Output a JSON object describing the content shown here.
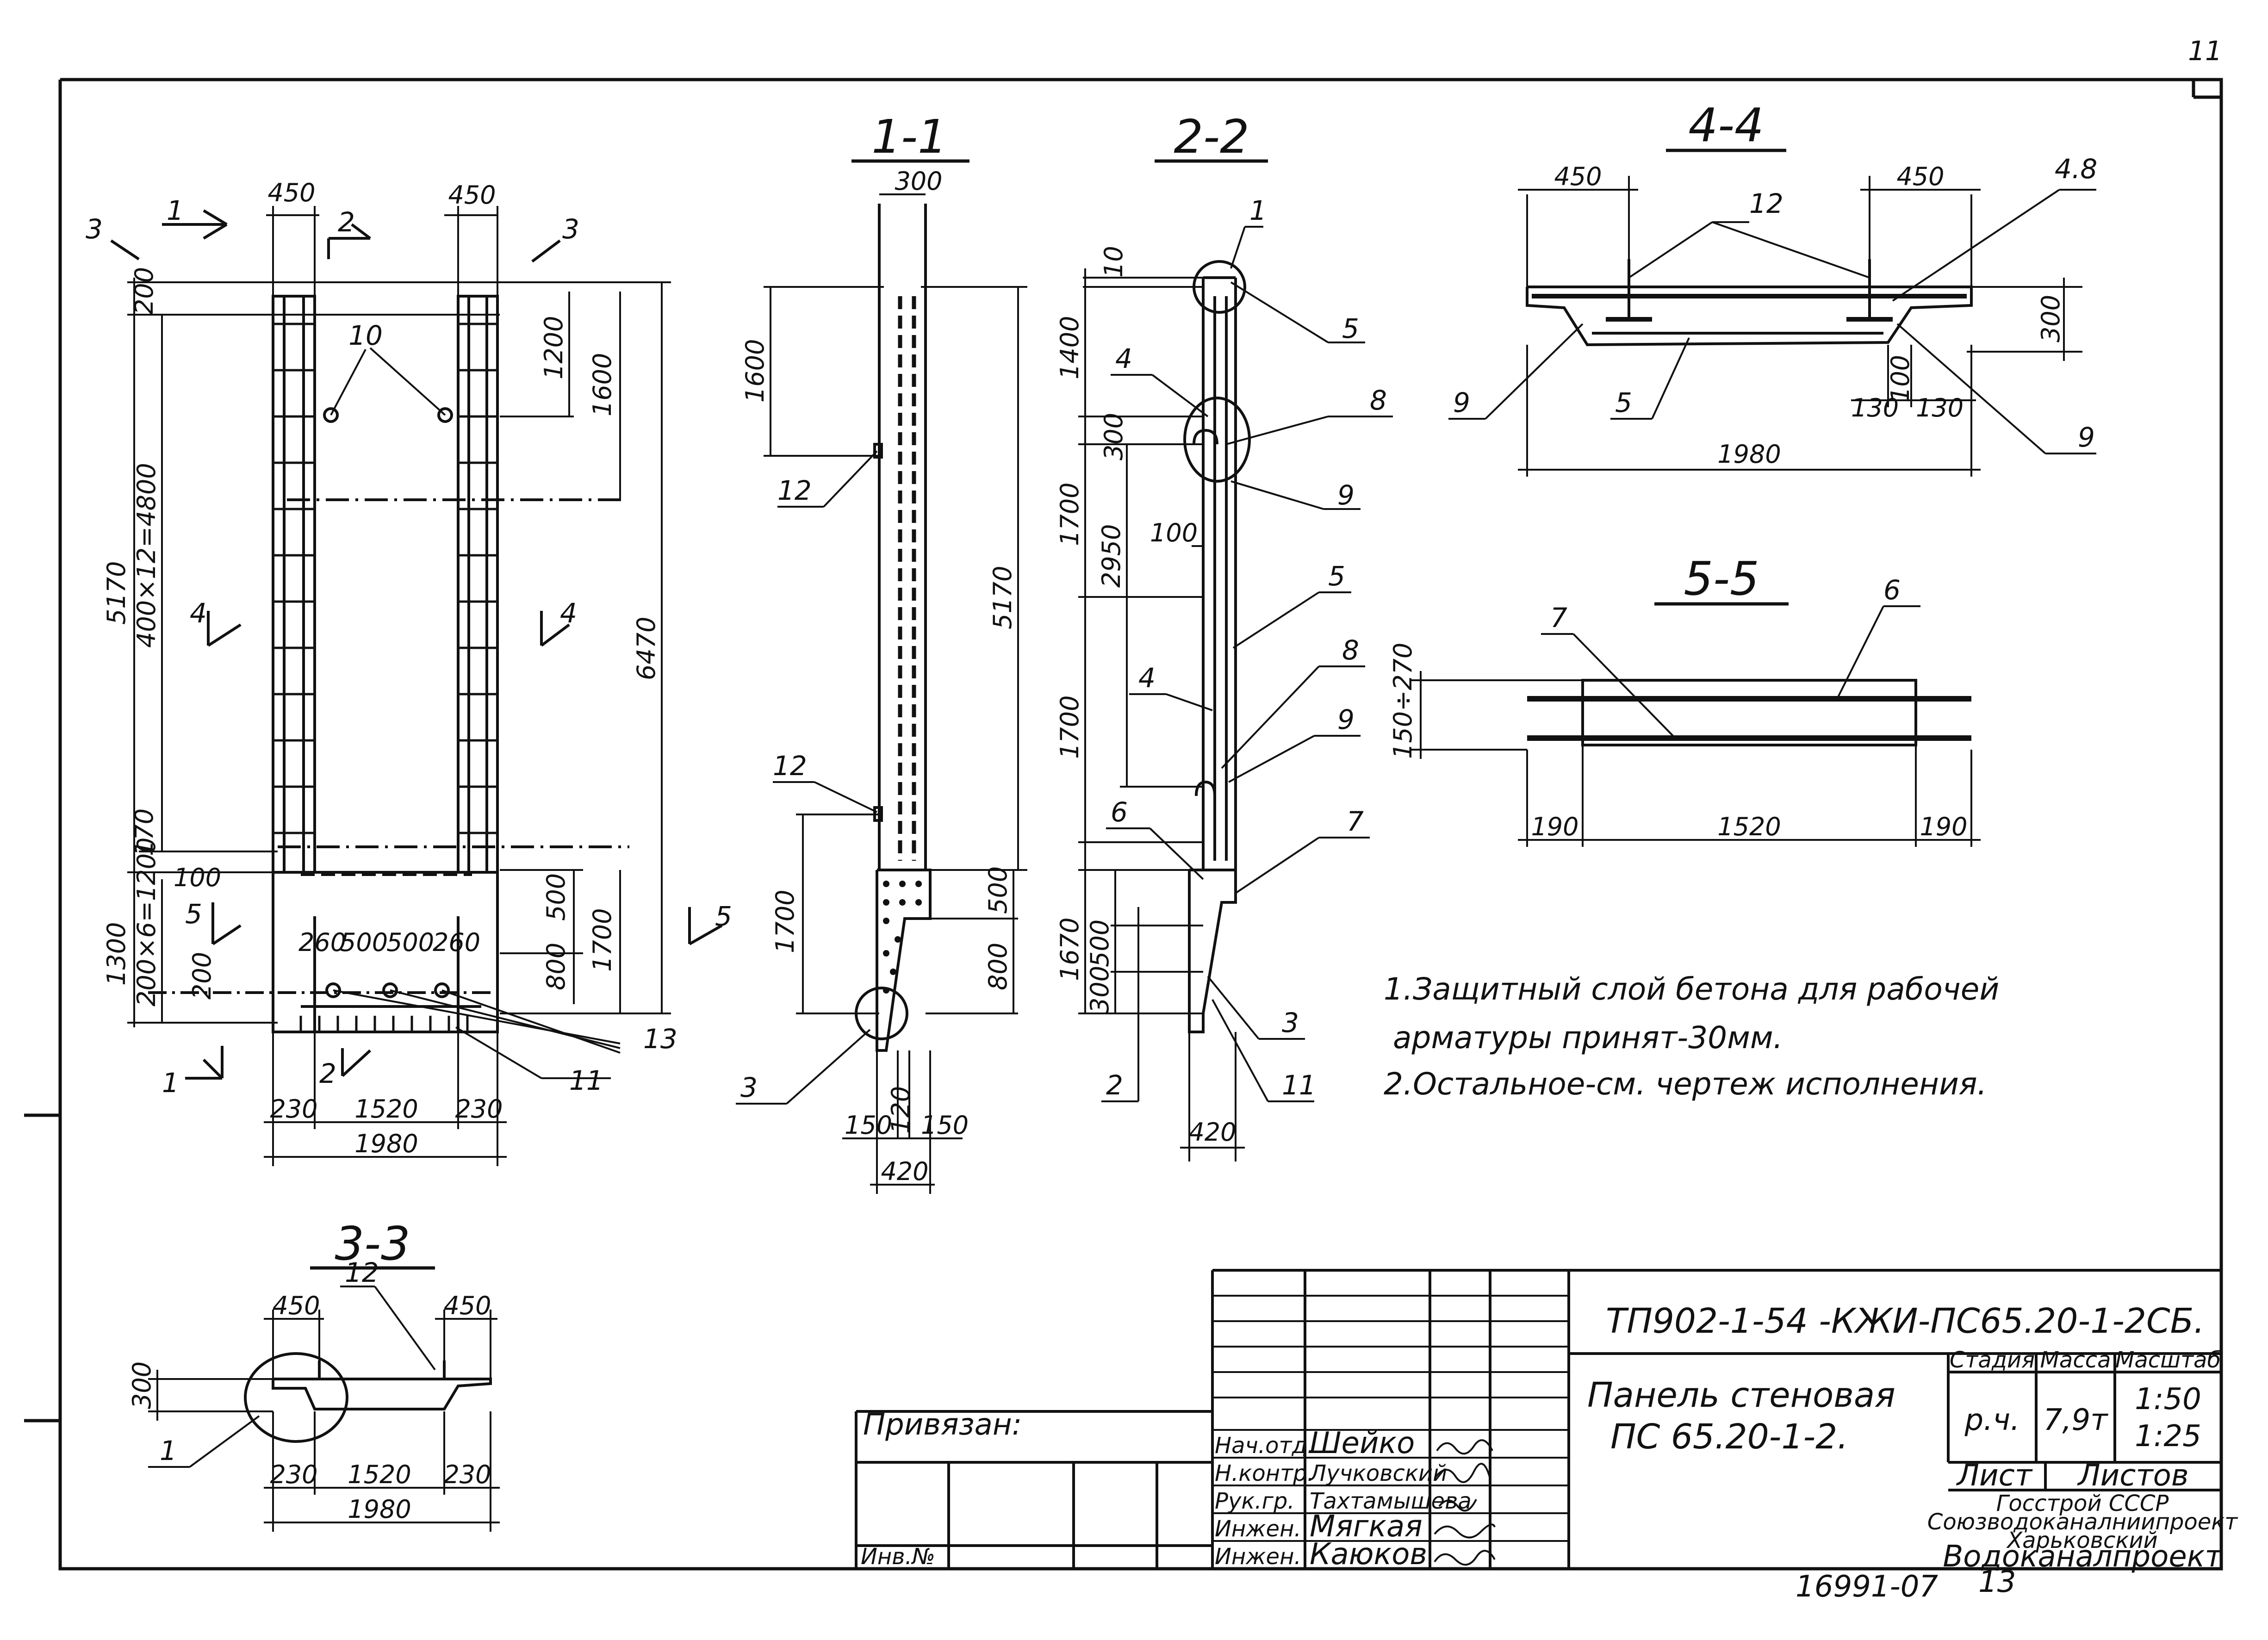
{
  "sheet_number": "11",
  "stamp_numbers": [
    "16991-07",
    "13"
  ],
  "sections": {
    "s11": "1-1",
    "s22": "2-2",
    "s33": "3-3",
    "s44": "4-4",
    "s55": "5-5"
  },
  "section_markers": {
    "m3": "3",
    "m1": "1",
    "m2": "2",
    "m4": "4",
    "m5": "5"
  },
  "elevation": {
    "top_w_left": "450",
    "top_w_right": "450",
    "d200": "200",
    "d5170": "5170",
    "d4800": "400×12=4800",
    "d170": "170",
    "d100": "100",
    "d1300": "1300",
    "d1200": "200×6=1200",
    "d200b": "200",
    "d1200r": "1200",
    "d1600r": "1600",
    "d6470": "6470",
    "d500r": "500",
    "d800r": "800",
    "d1700r": "1700",
    "base_spacing": [
      "260",
      "500",
      "500",
      "260"
    ],
    "bot_230a": "230",
    "bot_1520": "1520",
    "bot_230b": "230",
    "bot_1980": "1980",
    "callout10": "10",
    "callout13": "13",
    "callout11": "11"
  },
  "sec11": {
    "w300": "300",
    "d1600": "1600",
    "d5170": "5170",
    "d1700": "1700",
    "d500": "500",
    "d800": "800",
    "c12a": "12",
    "c12b": "12",
    "c3": "3",
    "b150a": "150",
    "b120": "120",
    "b150b": "150",
    "b420": "420"
  },
  "sec22": {
    "d10": "10",
    "d1400": "1400",
    "d300": "300",
    "d1700a": "1700",
    "d2950": "2950",
    "d100": "100",
    "d1700b": "1700",
    "d1670": "1670",
    "d500": "500",
    "d300b": "300",
    "b420": "420",
    "callouts": [
      "1",
      "5",
      "4",
      "8",
      "9",
      "5",
      "4",
      "8",
      "9",
      "6",
      "7",
      "3",
      "2",
      "11"
    ]
  },
  "sec44": {
    "w450a": "450",
    "w450b": "450",
    "c48": "4.8",
    "c12": "12",
    "h300": "300",
    "c9a": "9",
    "c5": "5",
    "d130a": "130",
    "d100": "100",
    "d130b": "130",
    "c9b": "9",
    "w1980": "1980"
  },
  "sec55": {
    "c7": "7",
    "c6": "6",
    "h150": "150÷270",
    "d190a": "190",
    "d1520": "1520",
    "d190b": "190"
  },
  "sec33": {
    "w450a": "450",
    "w450b": "450",
    "c12": "12",
    "h300": "300",
    "c1": "1",
    "d230a": "230",
    "d1520": "1520",
    "d230b": "230",
    "d1980": "1980"
  },
  "notes": [
    "1.Защитный слой бетона для рабочей",
    "арматуры принят-30мм.",
    "2.Остальное-см. чертеж исполнения."
  ],
  "title_block": {
    "doc_code": "ТП902-1-54 -КЖИ-ПС65.20-1-2СБ.",
    "name_line1": "Панель стеновая",
    "name_line2": "ПС 65.20-1-2.",
    "stage_header": "Стадия",
    "mass_header": "Масса",
    "scale_header": "Масштаб",
    "stage": "р.ч.",
    "mass": "7,9т",
    "scale1": "1:50",
    "scale2": "1:25",
    "sheet_label": "Лист",
    "sheets_label": "Листов",
    "org1": "Госстрой СССР",
    "org2": "Союзводоканалниипроект",
    "org3": "Харьковский",
    "org4": "Водоканалпроект",
    "bound_label": "Привязан:",
    "inv_label": "Инв.№",
    "staff": [
      {
        "role": "Нач.отд.",
        "name": "Шейко"
      },
      {
        "role": "Н.контр.",
        "name": "Лучковский"
      },
      {
        "role": "Рук.гр.",
        "name": "Тахтамышева"
      },
      {
        "role": "Инжен.",
        "name": "Мягкая"
      },
      {
        "role": "Инжен.",
        "name": "Каюков"
      }
    ]
  }
}
